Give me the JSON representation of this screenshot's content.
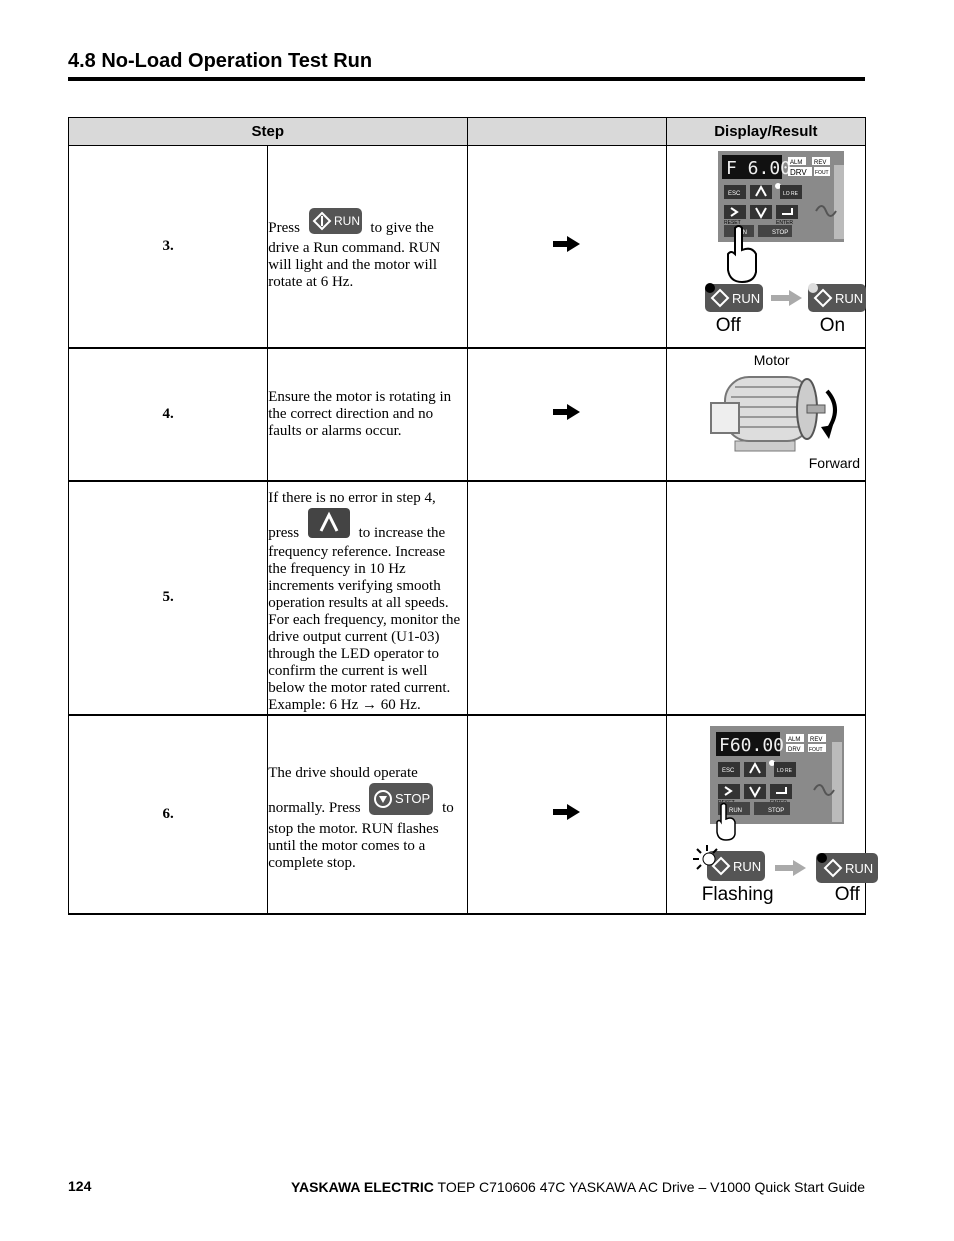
{
  "section_title": "4.8 No-Load Operation Test Run",
  "table": {
    "header": {
      "step": "Step",
      "blank": "",
      "result": "Display/Result"
    },
    "rows": [
      {
        "num": "3.",
        "text_before": "Press",
        "text_after": "to give the drive a Run command. RUN will light and the motor will rotate at 6 Hz.",
        "result": {
          "display": "F 6.00",
          "label_from": "Off",
          "label_to": "On"
        }
      },
      {
        "num": "4.",
        "text": "Ensure the motor is rotating in the correct direction and no faults or alarms occur.",
        "result": {
          "motor_label": "Motor",
          "direction_label": "Forward"
        }
      },
      {
        "num": "5.",
        "text_before": "If there is no error in step 4, press",
        "text_after": "to increase the frequency reference. Increase the frequency in 10 Hz increments verifying smooth operation results at all speeds. For each frequency, monitor the drive output current (U1-03) through the LED operator to confirm the current is well below the motor rated current. Example: 6 Hz → 60 Hz."
      },
      {
        "num": "6.",
        "text_before": "The drive should operate normally. Press",
        "text_after": "to stop the motor. RUN flashes until the motor comes to a complete stop.",
        "result": {
          "display": "F60.00",
          "label_from": "Flashing",
          "label_to": "Off"
        }
      }
    ]
  },
  "keypad": {
    "run": "RUN",
    "stop": "STOP",
    "esc": "ESC",
    "reset": "RESET",
    "enter": "ENTER",
    "lo_re": "LO RE",
    "alm": "ALM",
    "rev": "REV",
    "drv": "DRV",
    "fout": "FOUT"
  },
  "footer": {
    "page": "124",
    "brand": "YASKAWA ELECTRIC",
    "doc": "TOEP C710606 47C YASKAWA AC Drive – V1000 Quick Start Guide"
  }
}
